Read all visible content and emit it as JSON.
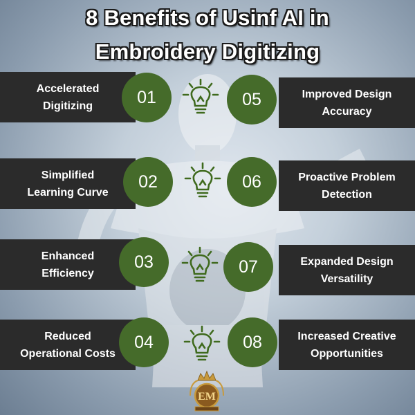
{
  "title": {
    "line1": "8 Benefits of Usinf AI in",
    "line2": "Embroidery Digitizing"
  },
  "benefits_left": [
    {
      "number": "01",
      "label": "Accelerated\nDigitizing"
    },
    {
      "number": "02",
      "label": "Simplified\nLearning Curve"
    },
    {
      "number": "03",
      "label": "Enhanced\nEfficiency"
    },
    {
      "number": "04",
      "label": "Reduced\nOperational Costs"
    }
  ],
  "benefits_right": [
    {
      "number": "05",
      "label": "Improved Design\nAccuracy"
    },
    {
      "number": "06",
      "label": "Proactive Problem\nDetection"
    },
    {
      "number": "07",
      "label": "Expanded Design\nVersatility"
    },
    {
      "number": "08",
      "label": "Increased Creative\nOpportunities"
    }
  ],
  "logo": {
    "text": "EM"
  },
  "colors": {
    "band": "#2b2b2b",
    "circle": "#456b2a",
    "bulb": "#3f6a1d",
    "title_text": "#ffffff",
    "logo_gold": "#c89a3c"
  },
  "icons": {
    "bulb": "lightbulb-icon",
    "logo_crown": "crown-icon"
  }
}
